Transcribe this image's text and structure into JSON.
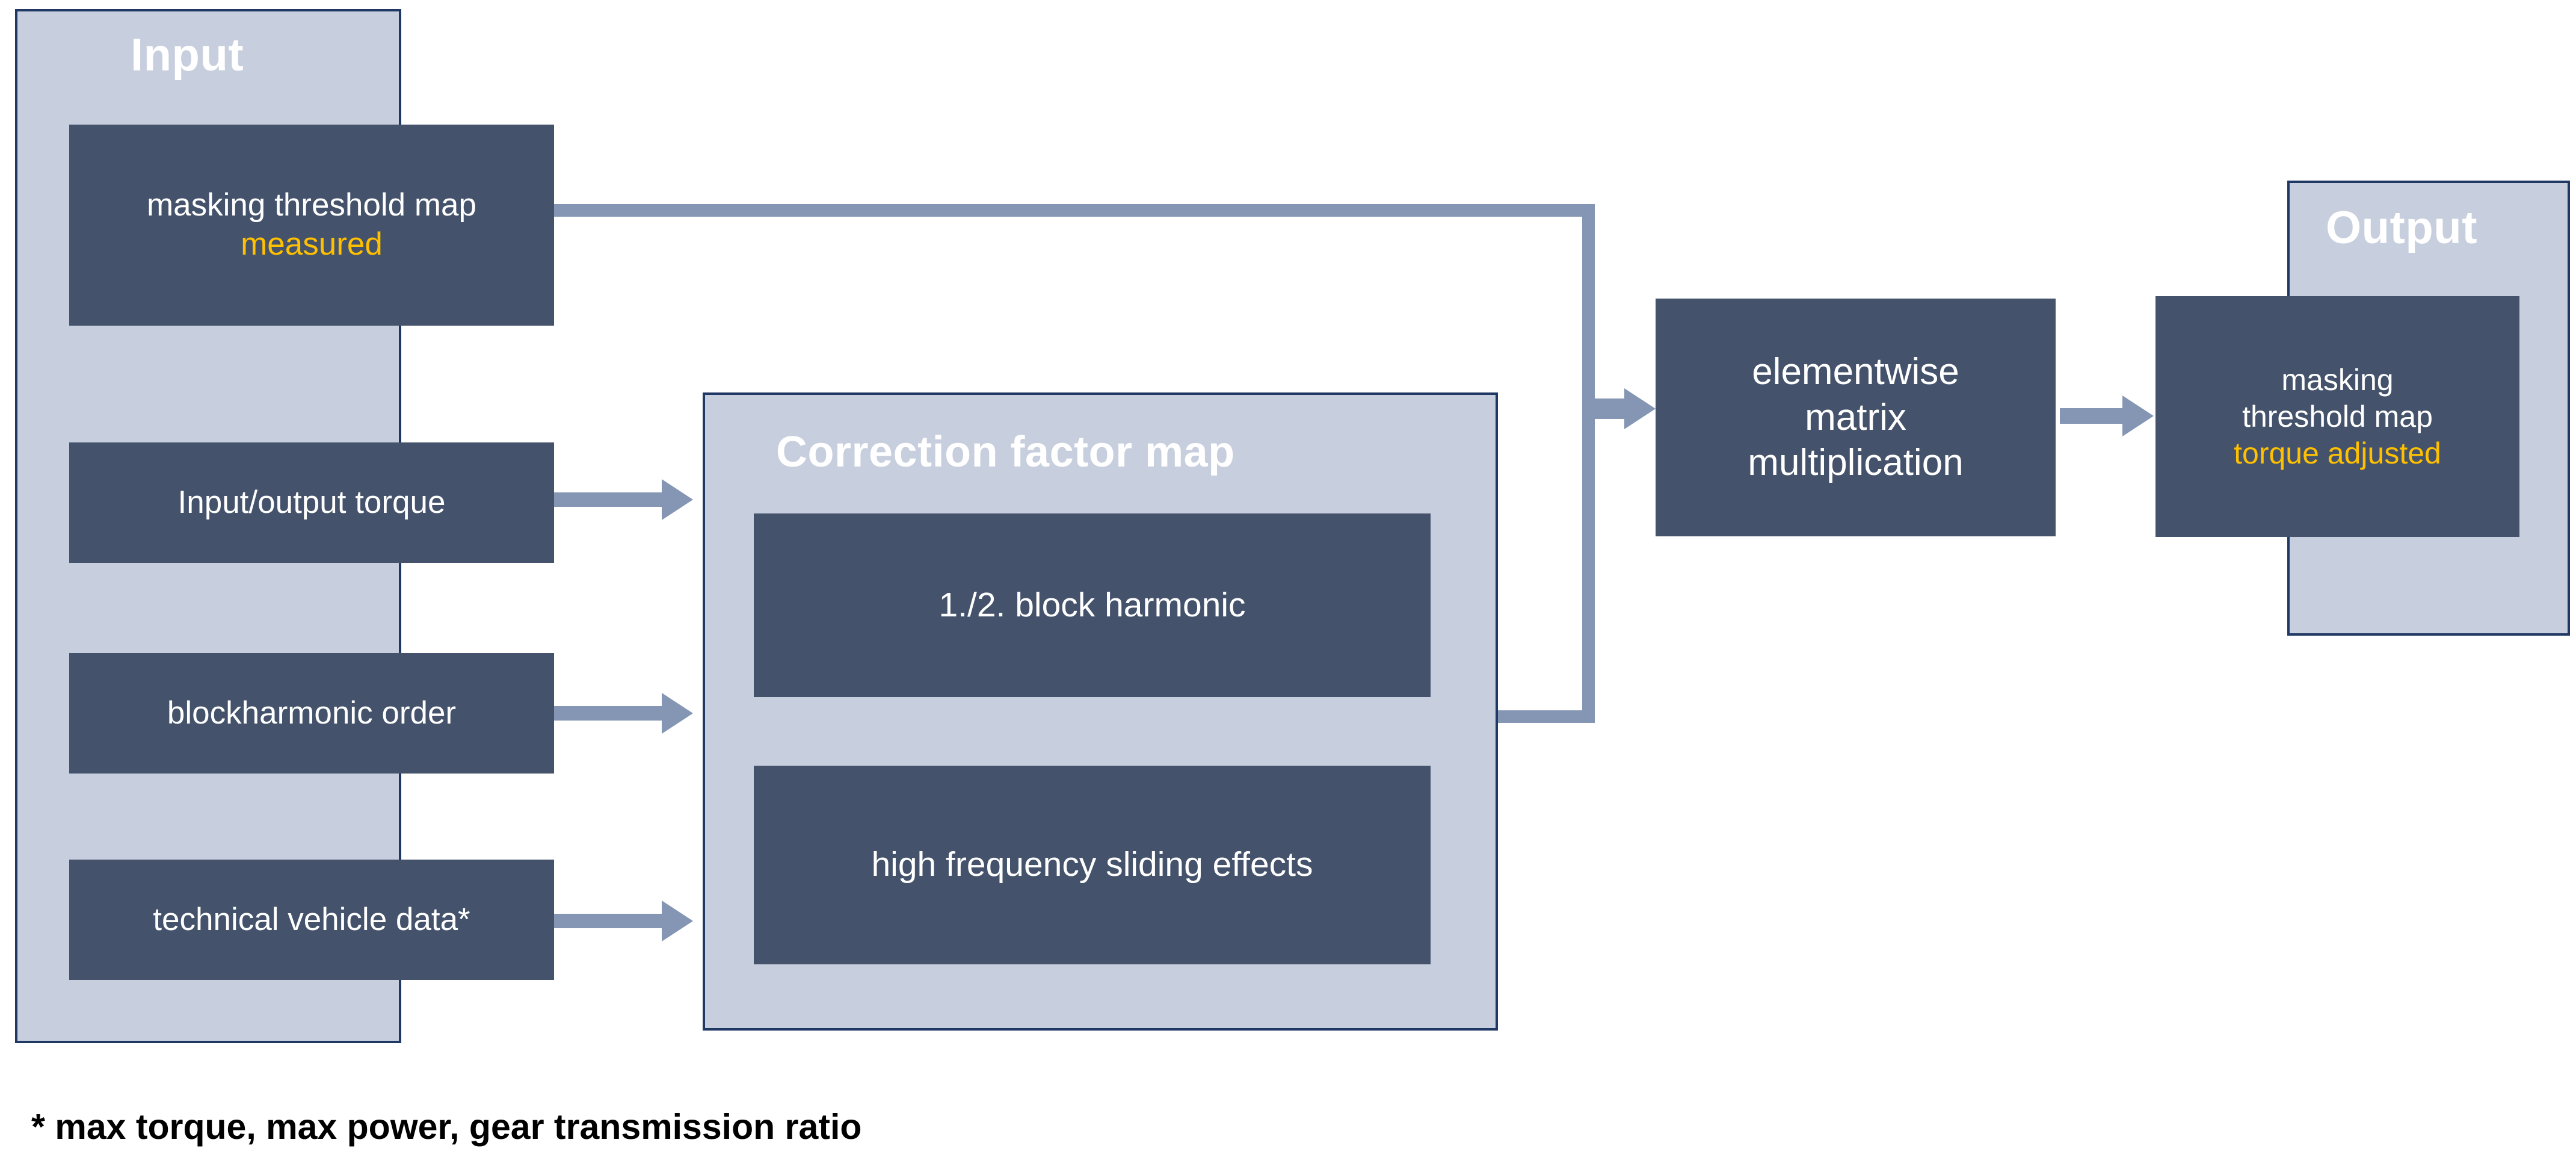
{
  "diagram": {
    "title_accent_color": "#ffffff",
    "panel_color": "#c7cedd",
    "block_color": "#44536b",
    "accent_color": "#ffc000",
    "connector_color": "#8496b3",
    "panel_border_color": "#203864"
  },
  "input_panel": {
    "title": "Input",
    "blocks": [
      {
        "line1": "masking threshold map",
        "line2": "measured"
      },
      {
        "line1": "Input/output  torque"
      },
      {
        "line1": "blockharmonic  order"
      },
      {
        "line1": "technical vehicle data*"
      }
    ]
  },
  "correction_panel": {
    "title": "Correction factor map",
    "blocks": [
      {
        "line1": "1./2. block harmonic"
      },
      {
        "line1": "high frequency sliding effects"
      }
    ]
  },
  "process": {
    "line1": "elementwise",
    "line2": "matrix",
    "line3": "multiplication"
  },
  "output_panel": {
    "title": "Output",
    "block": {
      "line1": "masking",
      "line2": "threshold map",
      "line3": "torque adjusted"
    }
  },
  "footnote": {
    "text": "* max torque, max power, gear transmission ratio"
  }
}
